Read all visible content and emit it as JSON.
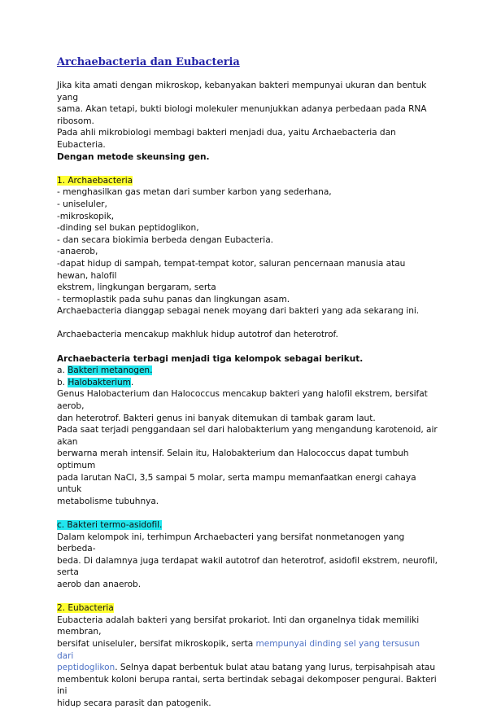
{
  "title": "Archaebacteria dan Eubacteria",
  "intro": [
    "Jika kita amati dengan mikroskop, kebanyakan bakteri mempunyai ukuran dan bentuk yang",
    "sama. Akan tetapi, bukti biologi molekuler menunjukkan adanya perbedaan pada RNA ribosom.",
    "Pada ahli mikrobiologi membagi bakteri menjadi dua, yaitu Archaebacteria dan Eubacteria."
  ],
  "intro_bold": "Dengan metode skeunsing gen.",
  "sec1": {
    "heading": "1. Archaebacteria",
    "lines": [
      "- menghasilkan gas metan dari sumber karbon yang sederhana,",
      "- uniseluler,",
      "-mikroskopik,",
      "-dinding sel bukan peptidoglikon,",
      "- dan secara biokimia berbeda dengan Eubacteria.",
      "-anaerob,",
      "-dapat hidup di sampah, tempat-tempat kotor, saluran pencernaan manusia atau hewan, halofil",
      "ekstrem, lingkungan bergaram, serta",
      "- termoplastik pada suhu panas dan lingkungan asam.",
      "Archaebacteria dianggap sebagai nenek moyang dari bakteri yang ada sekarang ini."
    ],
    "line_after": "Archaebacteria mencakup makhluk hidup autotrof dan heterotrof.",
    "groups_heading": "Archaebacteria terbagi menjadi tiga kelompok sebagai berikut.",
    "a_prefix": "a. ",
    "a_label": "Bakteri metanogen.",
    "b_prefix": "b. ",
    "b_label": "Halobakterium",
    "b_suffix": ".",
    "halo_text": [
      "Genus Halobacterium dan Halococcus mencakup bakteri yang halofil ekstrem, bersifat aerob,",
      "dan heterotrof. Bakteri genus ini banyak ditemukan di tambak garam laut.",
      "Pada saat terjadi penggandaan sel dari halobakterium yang mengandung karotenoid, air akan",
      "berwarna merah intensif. Selain itu, Halobakterium dan Halococcus dapat tumbuh optimum",
      "pada larutan NaCl, 3,5 sampai 5 molar, serta mampu memanfaatkan energi cahaya untuk",
      "metabolisme tubuhnya."
    ],
    "c_label": "c. Bakteri termo-asidofil.",
    "c_text": [
      "Dalam kelompok ini, terhimpun Archaebacteri yang bersifat nonmetanogen yang berbeda-",
      "beda. Di dalamnya juga terdapat wakil autotrof dan heterotrof, asidofil ekstrem, neurofil, serta",
      "aerob dan anaerob."
    ]
  },
  "sec2": {
    "heading": "2. Eubacteria",
    "line1": "Eubacteria adalah bakteri yang bersifat prokariot. Inti dan organelnya tidak memiliki membran,",
    "line2_pre": "bersifat uniseluler, bersifat mikroskopik, serta ",
    "line2_link": "mempunyai dinding sel yang tersusun dari",
    "line3_link": "peptidoglikon",
    "line3_post": ". Selnya dapat berbentuk bulat atau batang yang lurus, terpisahpisah atau",
    "lines_rest": [
      "membentuk koloni berupa rantai, serta bertindak sebagai dekomposer pengurai. Bakteri ini",
      "hidup secara parasit dan patogenik."
    ]
  }
}
